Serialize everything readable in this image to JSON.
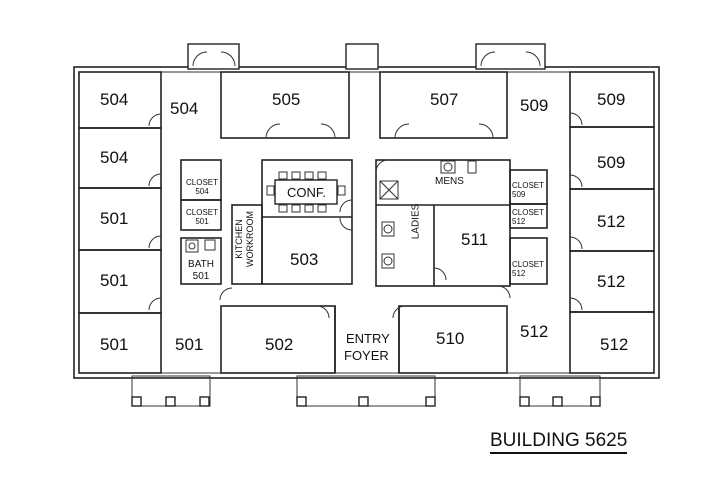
{
  "title": "BUILDING 5625",
  "rooms": {
    "r504a": "504",
    "r504b": "504",
    "r504c": "504",
    "r505": "505",
    "r507": "507",
    "r509a": "509",
    "r509b": "509",
    "r509c": "509",
    "r501a": "501",
    "r501b": "501",
    "r501c": "501",
    "r501d": "501",
    "r503": "503",
    "r511": "511",
    "r512a": "512",
    "r512b": "512",
    "r512c": "512",
    "r512d": "512",
    "r502": "502",
    "r510": "510",
    "entry_1": "ENTRY",
    "entry_2": "FOYER",
    "conf": "CONF.",
    "closet504_1": "CLOSET",
    "closet504_2": "504",
    "closet501_1": "CLOSET",
    "closet501_2": "501",
    "bath501_1": "BATH",
    "bath501_2": "501",
    "kitchen_1": "KITCHEN",
    "kitchen_2": "WORKROOM",
    "mens": "MENS",
    "ladies": "LADIES",
    "closet509_1": "CLOSET",
    "closet509_2": "509",
    "closet512a_1": "CLOSET",
    "closet512a_2": "512",
    "closet512b_1": "CLOSET",
    "closet512b_2": "512"
  }
}
